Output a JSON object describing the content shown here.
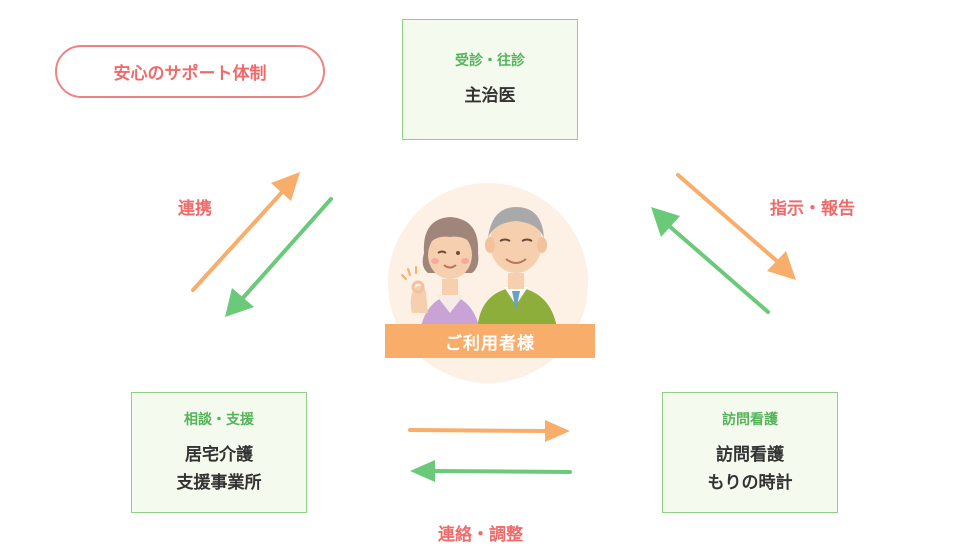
{
  "title": "安心のサポート体制",
  "nodes": {
    "doctor": {
      "sub": "受診・往診",
      "main": [
        "主治医"
      ]
    },
    "care_office": {
      "sub": "相談・支援",
      "main": [
        "居宅介護",
        "支援事業所"
      ]
    },
    "nursing": {
      "sub": "訪問看護",
      "main": [
        "訪問看護",
        "もりの時計"
      ]
    },
    "user": {
      "label": "ご利用者様"
    }
  },
  "links": {
    "renkei": "連携",
    "shiji_houkoku": "指示・報告",
    "renraku_chousei": "連絡・調整"
  },
  "colors": {
    "accent_red": "#ee6b6b",
    "orange": "#f9ad6b",
    "green": "#6bc97a",
    "box_bg": "#f4fbee",
    "box_border": "#8fcf86"
  },
  "icons": [
    "elderly-couple-illustration",
    "arrow-icon"
  ]
}
